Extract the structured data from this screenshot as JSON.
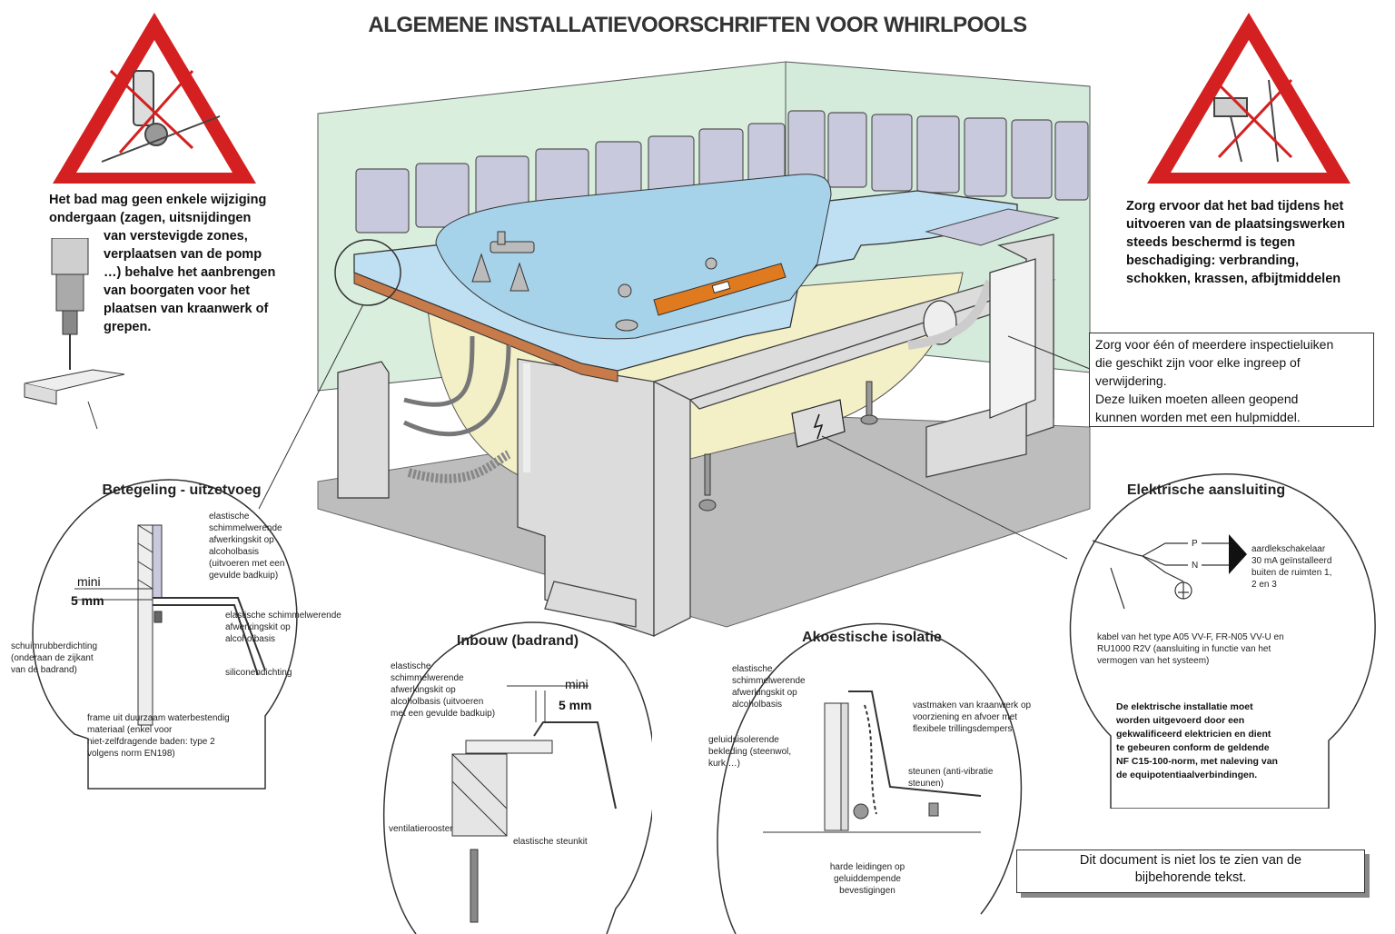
{
  "title": "ALGEMENE INSTALLATIEVOORSCHRIFTEN VOOR WHIRLPOOLS",
  "warnings": {
    "left": "Het bad mag geen enkele wijziging ondergaan (zagen, uitsnijdingen van verstevigde zones, verplaatsen van de pomp …) behalve het aanbrengen van boorgaten voor het plaatsen van kraanwerk of grepen.",
    "left_lines": [
      "Het bad mag geen enkele wijziging",
      "ondergaan (zagen, uitsnijdingen",
      "van verstevigde zones,",
      "verplaatsen van de pomp",
      "…) behalve het aanbrengen",
      "van boorgaten voor het",
      "plaatsen van kraanwerk of",
      "grepen."
    ],
    "right_lines": [
      "Zorg ervoor dat het bad tijdens het",
      "uitvoeren van de plaatsingswerken",
      "steeds beschermd is tegen",
      "beschadiging: verbranding,",
      "schokken, krassen, afbijtmiddelen"
    ]
  },
  "inspection_note": [
    "Zorg voor één of meerdere inspectieluiken",
    "die geschikt zijn voor elke ingreep of",
    "verwijdering.",
    "Deze luiken moeten alleen geopend",
    "kunnen worden met een hulpmiddel."
  ],
  "betegeling": {
    "title": "Betegeling - uitzetvoeg",
    "kit1": [
      "elastische",
      "schimmelwerende",
      "afwerkingskit op",
      "alcoholbasis",
      "(uitvoeren met een",
      "gevulde badkuip)"
    ],
    "mini": "mini",
    "mm": "5 mm",
    "kit2": [
      "elastische schimmelwerende",
      "afwerkingskit op",
      "alcoholbasis"
    ],
    "foam": [
      "schuimrubberdichting",
      "(onderaan de zijkant",
      "van de badrand)"
    ],
    "silicone": "siliconendichting",
    "frame": [
      "frame uit duurzaam waterbestendig",
      "materiaal (enkel voor",
      "niet-zelfdragende baden: type 2",
      "volgens norm EN198)"
    ]
  },
  "inbouw": {
    "title": "Inbouw (badrand)",
    "kit": [
      "elastische",
      "schimmelwerende",
      "afwerkingskit op",
      "alcoholbasis (uitvoeren",
      "met een gevulde badkuip)"
    ],
    "mini": "mini",
    "mm": "5 mm",
    "vent": "ventilatierooster",
    "steunkit": "elastische steunkit"
  },
  "akoestisch": {
    "title": "Akoestische isolatie",
    "kit": [
      "elastische",
      "schimmelwerende",
      "afwerkingskit op",
      "alcoholbasis"
    ],
    "cladding": [
      "geluidsisolerende",
      "bekleding (steenwol,",
      "kurk …)"
    ],
    "fixing": [
      "vastmaken van kraanwerk op",
      "voorziening en afvoer met",
      "flexibele trillingsdempers"
    ],
    "supports": [
      "steunen (anti-vibratie",
      "steunen)"
    ],
    "pipes": [
      "harde leidingen op",
      "geluiddempende",
      "bevestigingen"
    ]
  },
  "elektrisch": {
    "title": "Elektrische aansluiting",
    "P": "P",
    "N": "N",
    "breaker": [
      "aardlekschakelaar",
      "30 mA geïnstalleerd",
      "buiten de ruimten 1,",
      "2 en 3"
    ],
    "cable": [
      "kabel van het type A05 VV-F, FR-N05 VV-U en",
      "RU1000 R2V (aansluiting in functie van het",
      "vermogen van het systeem)"
    ],
    "install": [
      "De elektrische installatie moet",
      "worden uitgevoerd door een",
      "gekwalificeerd elektricien en dient",
      "te gebeuren conform de geldende",
      "NF C15-100-norm, met naleving van",
      "de equipotentiaalverbindingen."
    ]
  },
  "footer_note": [
    "Dit document is niet los te zien van de",
    "bijbehorende tekst."
  ],
  "colors": {
    "warning_red": "#d42020",
    "wall_green": "#d9eedd",
    "tile": "#c9c9de",
    "tub_blue": "#bfe0f2",
    "tub_under": "#f3efc6",
    "frame_grey": "#dcdcdc",
    "floor": "#bdbdbd",
    "level_orange": "#e07a1f"
  }
}
